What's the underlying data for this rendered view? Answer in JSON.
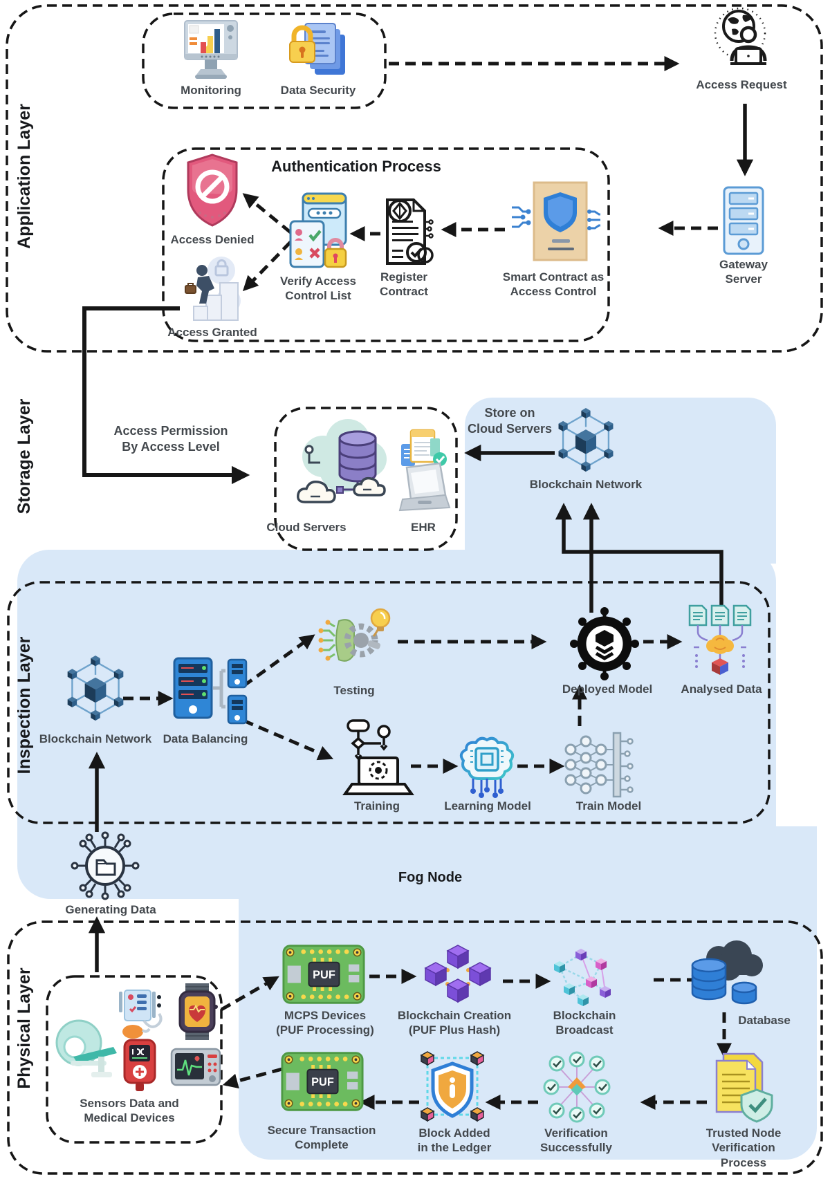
{
  "layers": {
    "application": "Application Layer",
    "storage": "Storage Layer",
    "inspection": "Inspection Layer",
    "physical": "Physical Layer"
  },
  "application": {
    "monitoring": "Monitoring",
    "data_security": "Data Security",
    "access_request": "Access Request",
    "gateway_server": "Gateway\nServer",
    "auth_title": "Authentication Process",
    "access_denied": "Access Denied",
    "access_granted": "Access Granted",
    "verify_acl": "Verify Access\nControl List",
    "register_contract": "Register\nContract",
    "smart_contract": "Smart Contract as\nAccess Control"
  },
  "storage": {
    "access_permission": "Access Permission\nBy Access Level",
    "cloud_servers": "Cloud Servers",
    "ehr": "EHR",
    "store_on_cloud": "Store on\nCloud Servers",
    "blockchain_network": "Blockchain Network"
  },
  "inspection": {
    "blockchain_network": "Blockchain Network",
    "data_balancing": "Data Balancing",
    "testing": "Testing",
    "training": "Training",
    "learning_model": "Learning Model",
    "train_model": "Train Model",
    "deployed_model": "Deployed Model",
    "analysed_data": "Analysed Data"
  },
  "fog": {
    "title": "Fog Node",
    "generating_data": "Generating Data"
  },
  "physical": {
    "sensors": "Sensors Data and\nMedical Devices",
    "mcps": "MCPS Devices\n(PUF Processing)",
    "blockchain_creation": "Blockchain Creation\n(PUF Plus Hash)",
    "blockchain_broadcast": "Blockchain\nBroadcast",
    "database": "Database",
    "trusted_node": "Trusted Node\nVerification Process",
    "verification": "Verification\nSuccessfully",
    "block_added": "Block Added\nin the Ledger",
    "secure_transaction": "Secure Transaction\nComplete",
    "puf_chip": "PUF"
  },
  "colors": {
    "fog_region": "#d9e8f8",
    "line": "#161616",
    "background": "#ffffff"
  },
  "icons": [
    "monitoring-icon",
    "data-security-icon",
    "access-request-icon",
    "gateway-server-icon",
    "access-denied-icon",
    "access-granted-icon",
    "verify-acl-icon",
    "register-contract-icon",
    "smart-contract-icon",
    "cloud-servers-icon",
    "ehr-icon",
    "blockchain-network-icon",
    "data-balancing-icon",
    "testing-icon",
    "training-icon",
    "learning-model-icon",
    "train-model-icon",
    "deployed-model-icon",
    "analysed-data-icon",
    "generating-data-icon",
    "mri-scanner-icon",
    "blood-pressure-icon",
    "smartwatch-icon",
    "glucometer-icon",
    "ecg-monitor-icon",
    "puf-board-icon",
    "blockchain-creation-icon",
    "blockchain-broadcast-icon",
    "database-icon",
    "trusted-node-icon",
    "verification-icon",
    "block-added-icon"
  ]
}
